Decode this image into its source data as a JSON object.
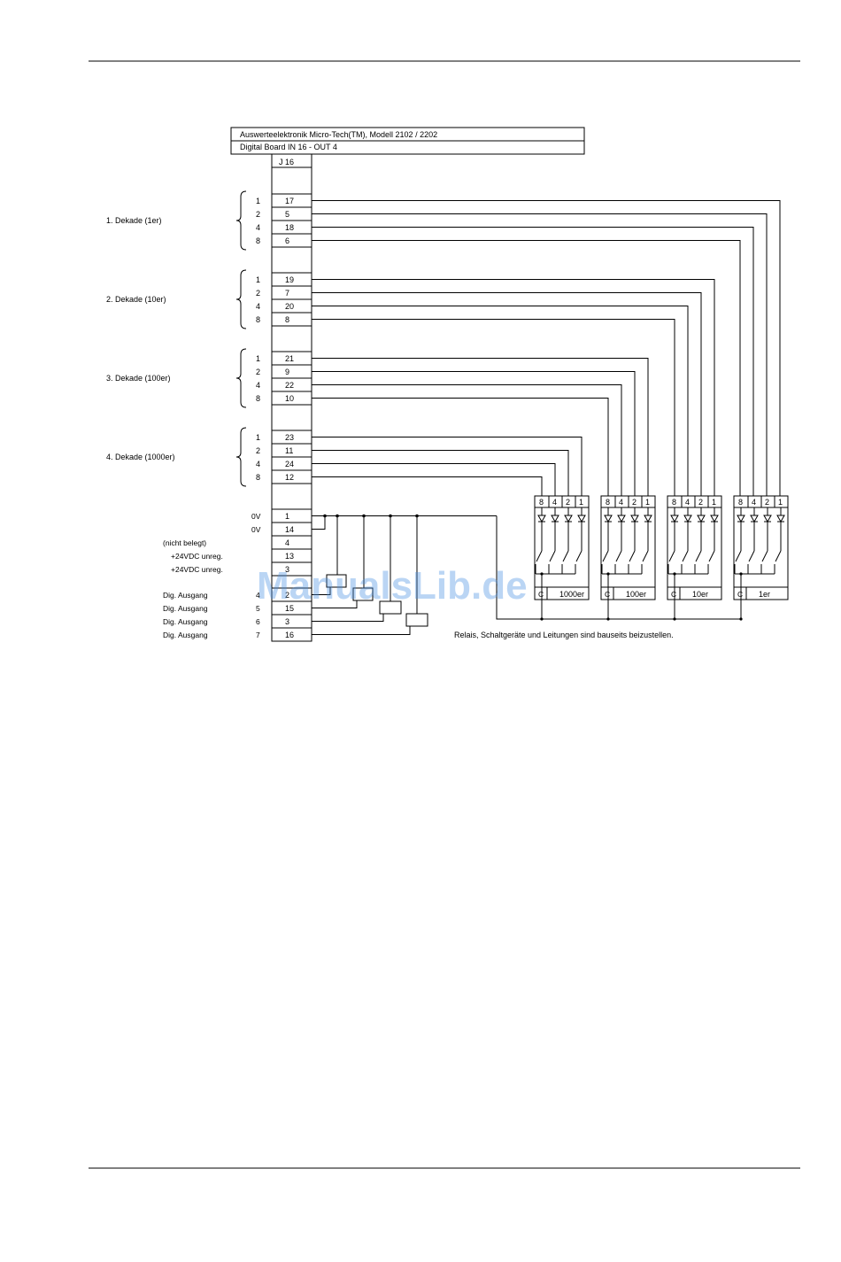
{
  "header": {
    "title": "Auswerteelektronik Micro-Tech(TM), Modell 2102 / 2202",
    "board": "Digital Board IN 16 - OUT 4",
    "connector": "J 16"
  },
  "decades": [
    {
      "label": "1. Dekade (1er)",
      "bits": [
        "1",
        "2",
        "4",
        "8"
      ],
      "pins": [
        "17",
        "5",
        "18",
        "6"
      ]
    },
    {
      "label": "2. Dekade (10er)",
      "bits": [
        "1",
        "2",
        "4",
        "8"
      ],
      "pins": [
        "19",
        "7",
        "20",
        "8"
      ]
    },
    {
      "label": "3. Dekade (100er)",
      "bits": [
        "1",
        "2",
        "4",
        "8"
      ],
      "pins": [
        "21",
        "9",
        "22",
        "10"
      ]
    },
    {
      "label": "4. Dekade (1000er)",
      "bits": [
        "1",
        "2",
        "4",
        "8"
      ],
      "pins": [
        "23",
        "11",
        "24",
        "12"
      ]
    }
  ],
  "power_rows": [
    {
      "left": "",
      "mid": "0V",
      "pin": "1"
    },
    {
      "left": "",
      "mid": "0V",
      "pin": "14"
    },
    {
      "left": "(nicht belegt)",
      "mid": "",
      "pin": "4"
    },
    {
      "left": "+24VDC unreg.",
      "mid": "",
      "pin": "13"
    },
    {
      "left": "+24VDC unreg.",
      "mid": "",
      "pin": "3"
    }
  ],
  "outputs": [
    {
      "left": "Dig. Ausgang",
      "num": "4",
      "pin": "2"
    },
    {
      "left": "Dig. Ausgang",
      "num": "5",
      "pin": "15"
    },
    {
      "left": "Dig. Ausgang",
      "num": "6",
      "pin": "3"
    },
    {
      "left": "Dig. Ausgang",
      "num": "7",
      "pin": "16"
    }
  ],
  "switch_blocks": [
    {
      "label": "1000er",
      "common": "C",
      "bits": [
        "8",
        "4",
        "2",
        "1"
      ]
    },
    {
      "label": "100er",
      "common": "C",
      "bits": [
        "8",
        "4",
        "2",
        "1"
      ]
    },
    {
      "label": "10er",
      "common": "C",
      "bits": [
        "8",
        "4",
        "2",
        "1"
      ]
    },
    {
      "label": "1er",
      "common": "C",
      "bits": [
        "8",
        "4",
        "2",
        "1"
      ]
    }
  ],
  "note": "Relais, Schaltgeräte und Leitungen sind bauseits beizustellen.",
  "watermark": "ManualsLib.de"
}
